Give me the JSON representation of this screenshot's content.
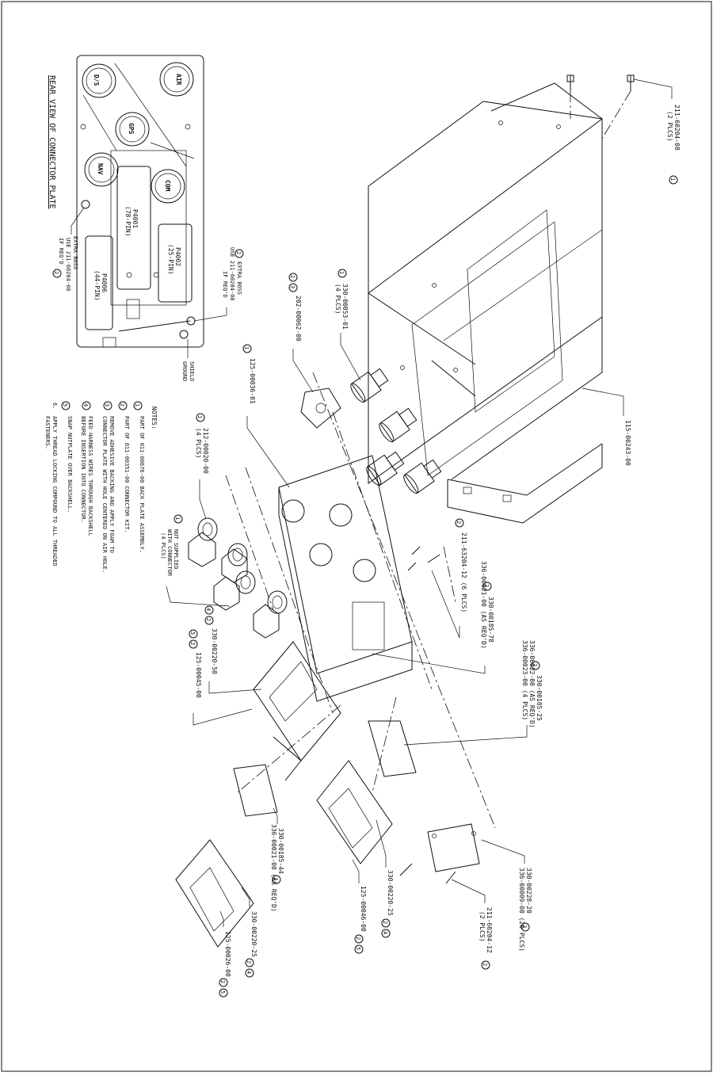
{
  "rear_view": {
    "title": "REAR VIEW OF CONNECTOR PLATE",
    "ports": [
      "AIR",
      "D/S",
      "GPS",
      "COM",
      "NAV"
    ],
    "connectors": [
      {
        "name": "P4002",
        "pins": "(25-PIN)"
      },
      {
        "name": "P4001",
        "pins": "(78-PIN)"
      },
      {
        "name": "P4006",
        "pins": "(44-PIN)"
      }
    ],
    "extra_boss_top": {
      "mark": "2",
      "l1": "EXTRA BOSS",
      "l2": "USE 211-60204-08",
      "l3": "IF REQ'D"
    },
    "extra_boss_bottom": {
      "l1": "EXTRA BOSS",
      "l2": "USE 211-60204-08",
      "l3": "IF REQ'D",
      "mark": "2"
    },
    "shield_ground": [
      "SHIELD",
      "GROUND"
    ]
  },
  "notes": {
    "title": "NOTES:",
    "items": [
      {
        "num": "1",
        "lines": [
          "PART OF 011-00676-00 BACK PLATE ASSEMBLY."
        ]
      },
      {
        "num": "2",
        "lines": [
          "PART OF 011-00351-00 CONNECTOR KIT."
        ]
      },
      {
        "num": "3",
        "lines": [
          "REMOVE ADHESIVE BACKING AND APPLY FOAM TO",
          "CONNECTOR PLATE WITH HOLE CENTERED ON AIR HOLE."
        ]
      },
      {
        "num": "4",
        "lines": [
          "FEED HARNESS WIRES THROUGH BACKSHELL",
          "BEFORE INSERTION INTO CONNECTOR."
        ]
      },
      {
        "num": "5",
        "lines": [
          "SNAP NUTPLATE OVER BACKSHELL."
        ]
      },
      {
        "num": "6.",
        "lines": [
          "APPLY THREAD LOCKING COMPOUND TO ALL THREADED",
          "FASTENERS."
        ]
      }
    ]
  },
  "callouts": {
    "c211_08": {
      "l1": "211-60204-08",
      "m1": "1",
      "l2": "(2 PLCS)"
    },
    "c115": {
      "l1": "115-00243-00"
    },
    "c330_053": {
      "m1": "1",
      "l1": "330-00053-01",
      "l2": "(4 PLCS)"
    },
    "c202": {
      "m1": "2",
      "m2": "3",
      "l1": "202-00062-00"
    },
    "c125_36": {
      "m1": "1",
      "l1": "125-00036-01"
    },
    "c212": {
      "m1": "1",
      "l1": "212-00020-00",
      "l2": "(4 PLCS)"
    },
    "c_nut": {
      "m1": "1",
      "l1": "NUT SUPPLIED",
      "l2": "WITH CONNECTOR",
      "l3": "(4 PLCS)"
    },
    "c211_12_6": {
      "m1": "2",
      "l1": "211-63204-12 (6 PLCS)"
    },
    "c330_185_78": {
      "m1": "2",
      "l1": "330-00185-78",
      "l2": "336-00021-00 (AS REQ'D)"
    },
    "c330_185_25": {
      "m1": "2",
      "l1": "330-00185-25",
      "l2": "336-00022-00 (AS REQ'D)",
      "l3": "336-00023-00 (4 PLCS)"
    },
    "c330_220_50": {
      "m1": "4",
      "m2": "2",
      "l1": "330-00220-50"
    },
    "c125_45": {
      "m1": "5",
      "m2": "2",
      "l1": "125-00045-00"
    },
    "c330_228": {
      "l1": "330-00228-20",
      "m1": "2",
      "l2": "336-00009-00 (20 PLCS)"
    },
    "c211_12_2": {
      "l1": "211-60204-12",
      "m1": "2",
      "l2": "(2 PLCS)"
    },
    "c330_220_25a": {
      "l1": "330-00220-25",
      "m1": "2",
      "m2": "4"
    },
    "c125_46": {
      "l1": "125-00046-00",
      "m1": "2",
      "m2": "5"
    },
    "c330_185_44": {
      "l1": "330-00185-44",
      "m1": "2",
      "l2": "336-00021-00 (AS REQ'D)"
    },
    "c330_220_25b": {
      "l1": "330-00220-25",
      "m1": "2",
      "m2": "4"
    },
    "c125_26": {
      "l1": "125-00026-00",
      "m1": "2",
      "m2": "5"
    }
  }
}
